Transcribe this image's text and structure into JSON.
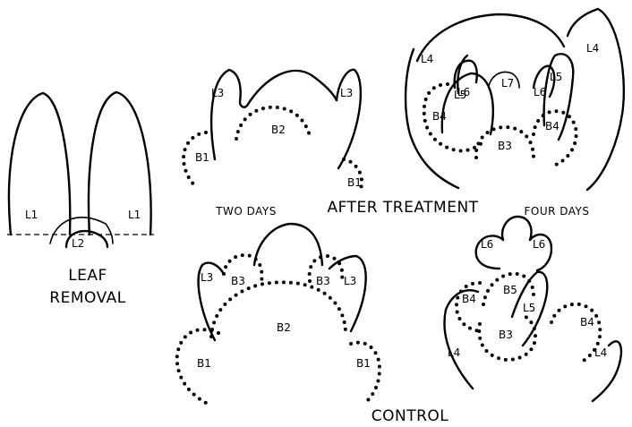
{
  "captions": {
    "leaf_removal_line1": "LEAF",
    "leaf_removal_line2": "REMOVAL",
    "two_days": "TWO DAYS",
    "after_treatment": "AFTER TREATMENT",
    "four_days": "FOUR DAYS",
    "control": "CONTROL"
  },
  "labels": {
    "L1": "L1",
    "L2": "L2",
    "L3": "L3",
    "L4": "L4",
    "L5": "L5",
    "L6": "L6",
    "L7": "L7",
    "B1": "B1",
    "B2": "B2",
    "B3": "B3",
    "B4": "B4",
    "B5": "B5"
  }
}
